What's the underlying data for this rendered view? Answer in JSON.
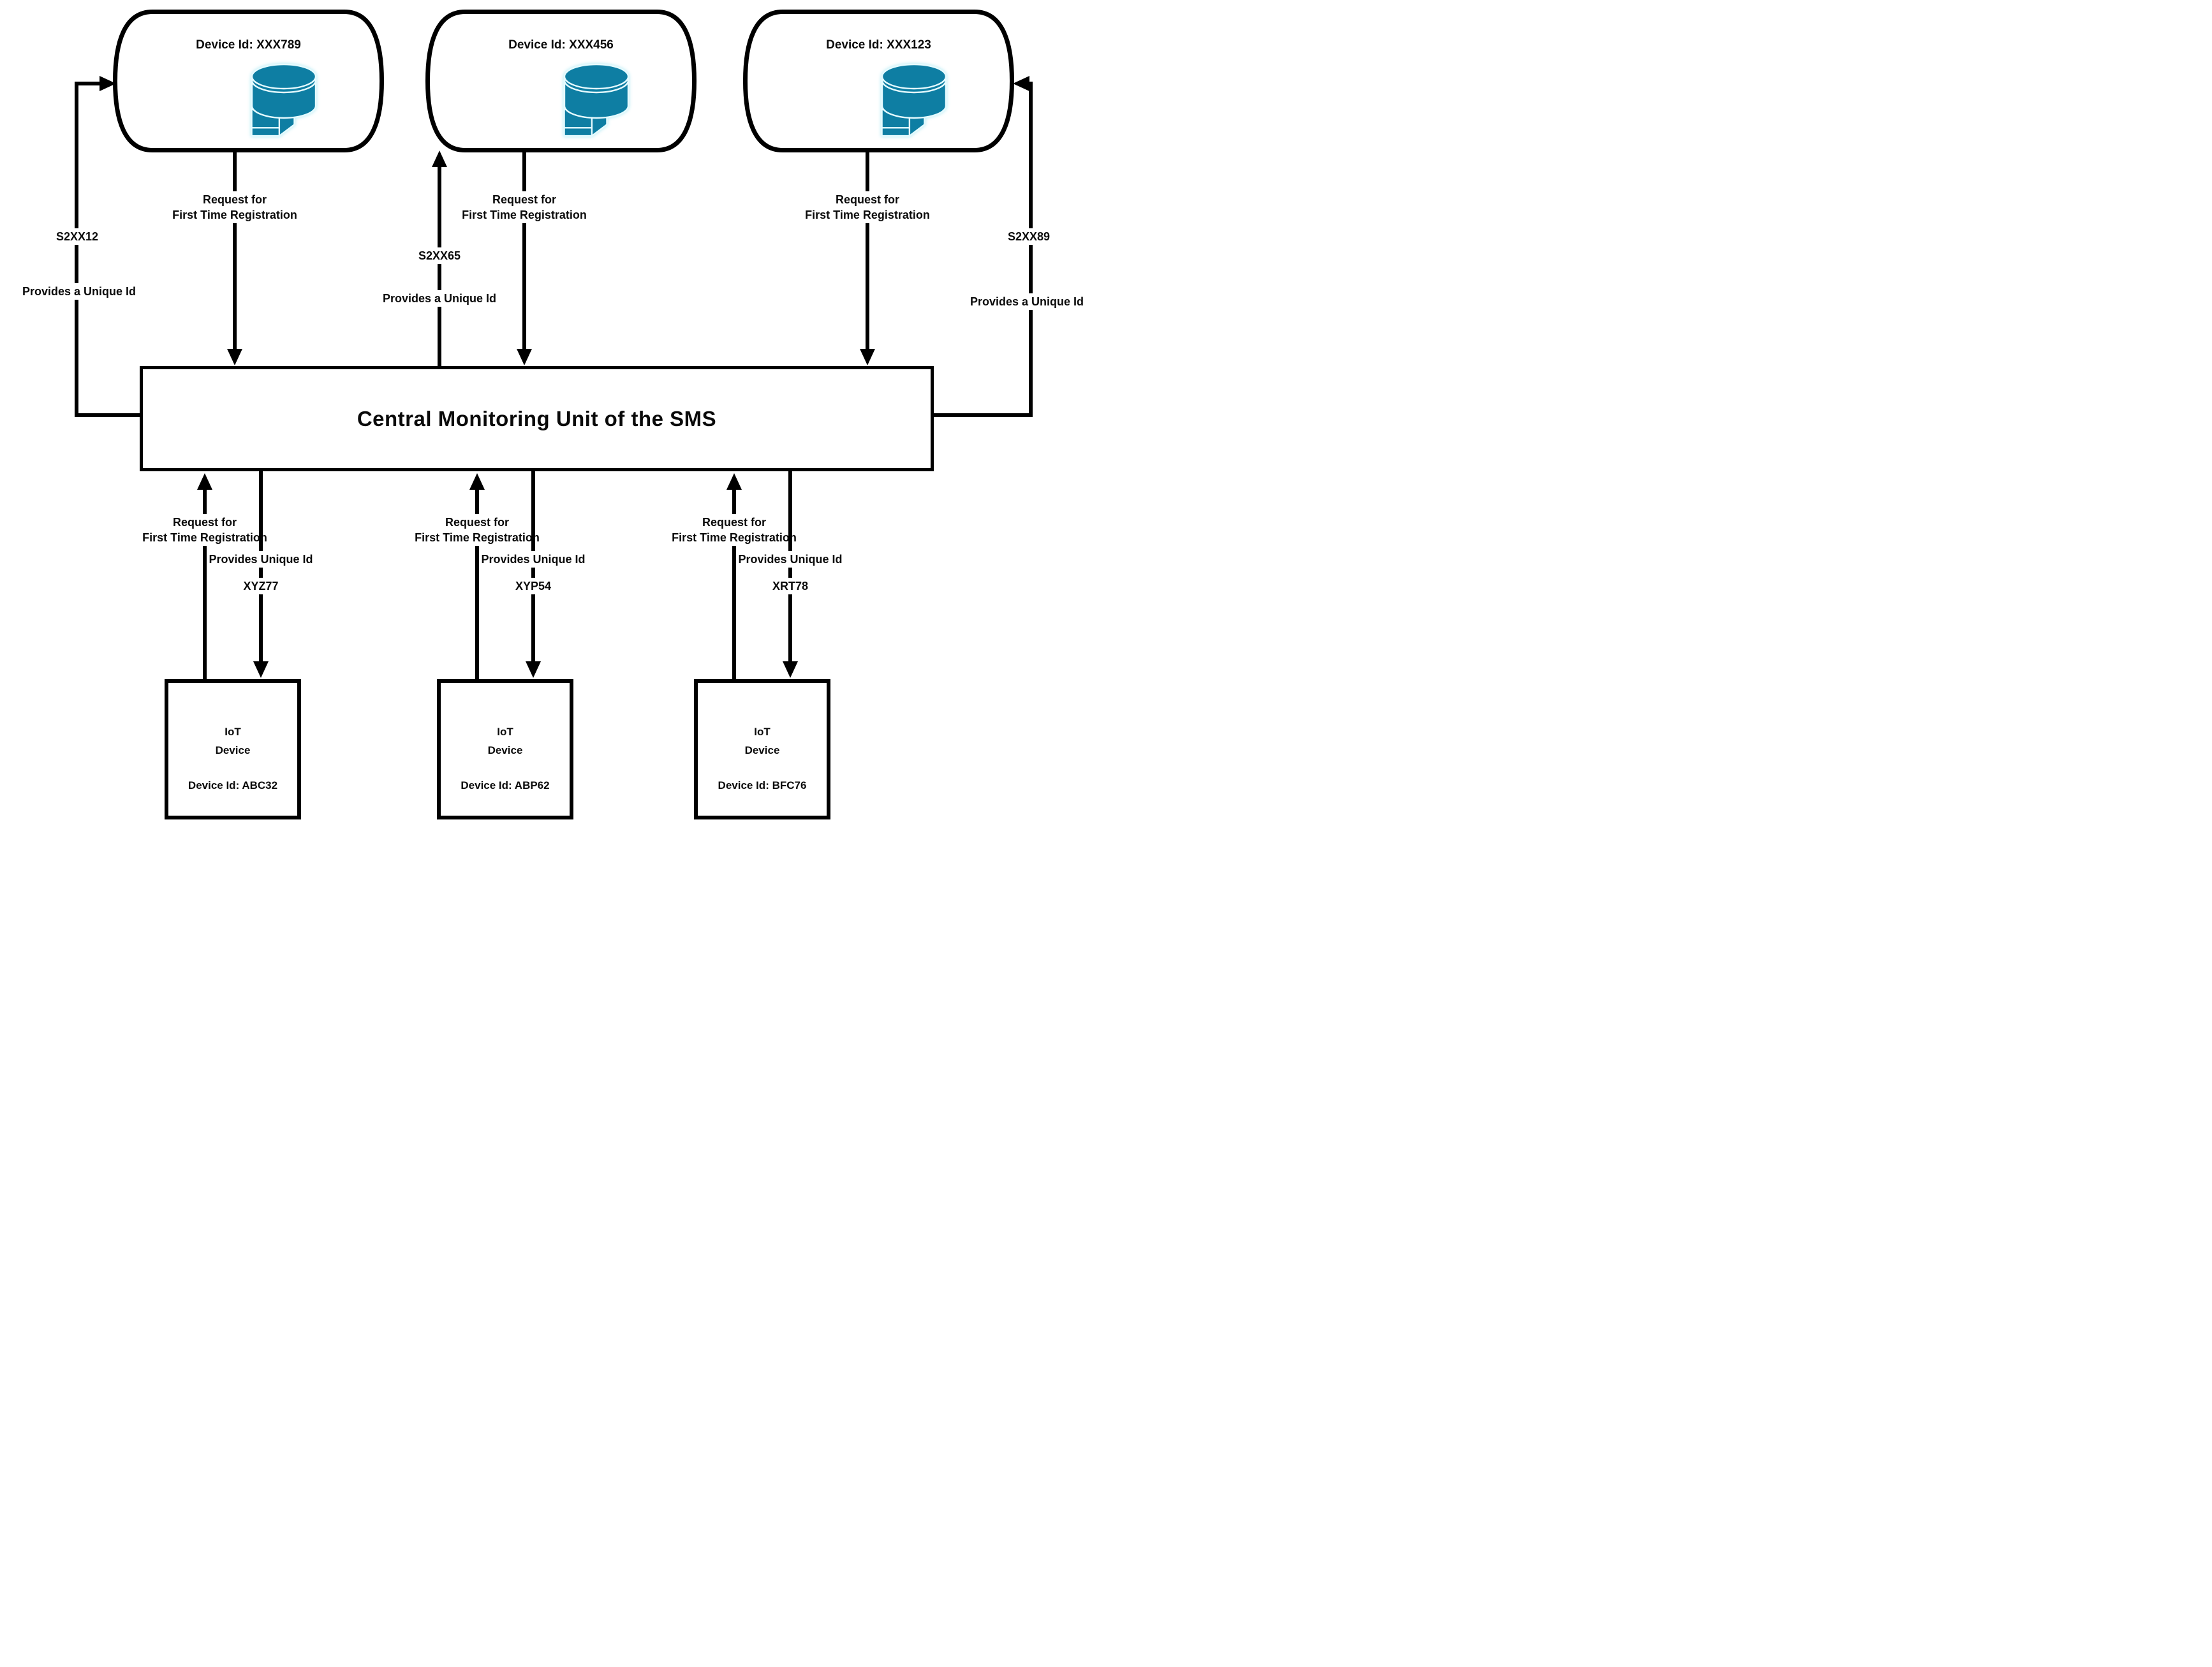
{
  "colors": {
    "line": "#000000",
    "text": "#0a0a0a",
    "background": "#ffffff",
    "icon_fill": "#0e7ea3",
    "icon_stroke": "#e6fbff"
  },
  "central_unit": {
    "label": "Central Monitoring Unit of the SMS"
  },
  "gateways": [
    {
      "device_id": "Device Id: XXX789",
      "request": {
        "line1": "Request for",
        "line2": "First Time Registration"
      },
      "unique_id": {
        "code": "S2XX12",
        "label": "Provides a Unique Id"
      }
    },
    {
      "device_id": "Device Id: XXX456",
      "request": {
        "line1": "Request for",
        "line2": "First Time Registration"
      },
      "unique_id": {
        "code": "S2XX65",
        "label": "Provides a Unique Id"
      }
    },
    {
      "device_id": "Device Id: XXX123",
      "request": {
        "line1": "Request for",
        "line2": "First Time Registration"
      },
      "unique_id": {
        "code": "S2XX89",
        "label": "Provides a Unique Id"
      }
    }
  ],
  "iot_devices": [
    {
      "line1": "IoT",
      "line2": "Device",
      "device_id": "Device Id: ABC32",
      "request": {
        "line1": "Request for",
        "line2": "First Time Registration"
      },
      "unique_id": {
        "label": "Provides Unique Id",
        "code": "XYZ77"
      }
    },
    {
      "line1": "IoT",
      "line2": "Device",
      "device_id": "Device Id: ABP62",
      "request": {
        "line1": "Request for",
        "line2": "First Time Registration"
      },
      "unique_id": {
        "label": "Provides Unique Id",
        "code": "XYP54"
      }
    },
    {
      "line1": "IoT",
      "line2": "Device",
      "device_id": "Device Id: BFC76",
      "request": {
        "line1": "Request for",
        "line2": "First Time Registration"
      },
      "unique_id": {
        "label": "Provides Unique Id",
        "code": "XRT78"
      }
    }
  ],
  "icons": {
    "gateway": [
      "server-icon",
      "database-icon"
    ]
  }
}
